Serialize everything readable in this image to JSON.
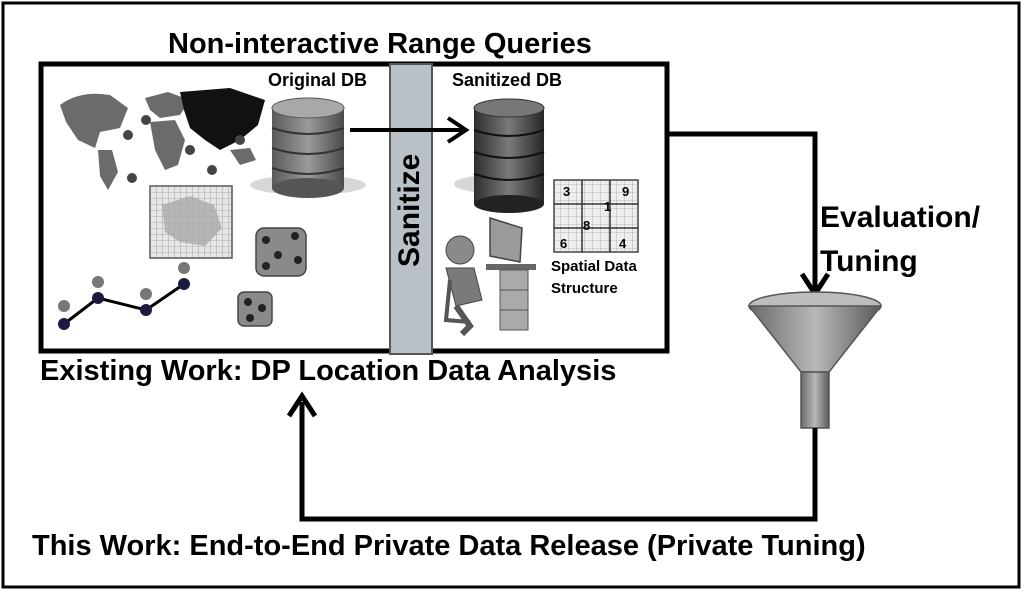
{
  "diagram": {
    "title": "Non-interactive Range Queries",
    "original_db_label": "Original DB",
    "sanitized_db_label": "Sanitized DB",
    "sanitize_label": "Sanitize",
    "spatial_label": "Spatial Data Structure",
    "existing_work_label": "Existing Work: DP Location Data Analysis",
    "evaluation_label": "Evaluation/ Tuning",
    "this_work_label": "This Work: End-to-End Private Data Release (Private Tuning)",
    "grid_numbers": [
      "3",
      "9",
      "1",
      "8",
      "6",
      "4"
    ]
  }
}
